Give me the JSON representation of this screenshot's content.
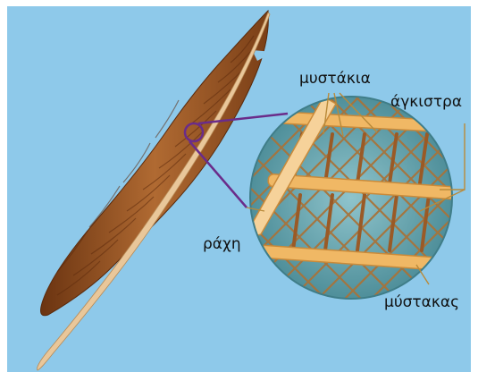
{
  "labels": {
    "barbules": "μυστάκια",
    "hooks": "άγκιστρα",
    "rachis": "ράχη",
    "barb": "μύστακας"
  },
  "colors": {
    "background": "#8ec9ea",
    "frame": "#ffffff",
    "feather_dark": "#7a3f17",
    "feather_mid": "#a8612c",
    "feather_light": "#c98e55",
    "shaft": "#e9c79a",
    "callout": "#6a2c8a",
    "leader": "#b98a3a",
    "mesh_bg": "#5e9fa9",
    "barb_fill": "#f0b865",
    "barb_edge": "#c98a3a"
  }
}
